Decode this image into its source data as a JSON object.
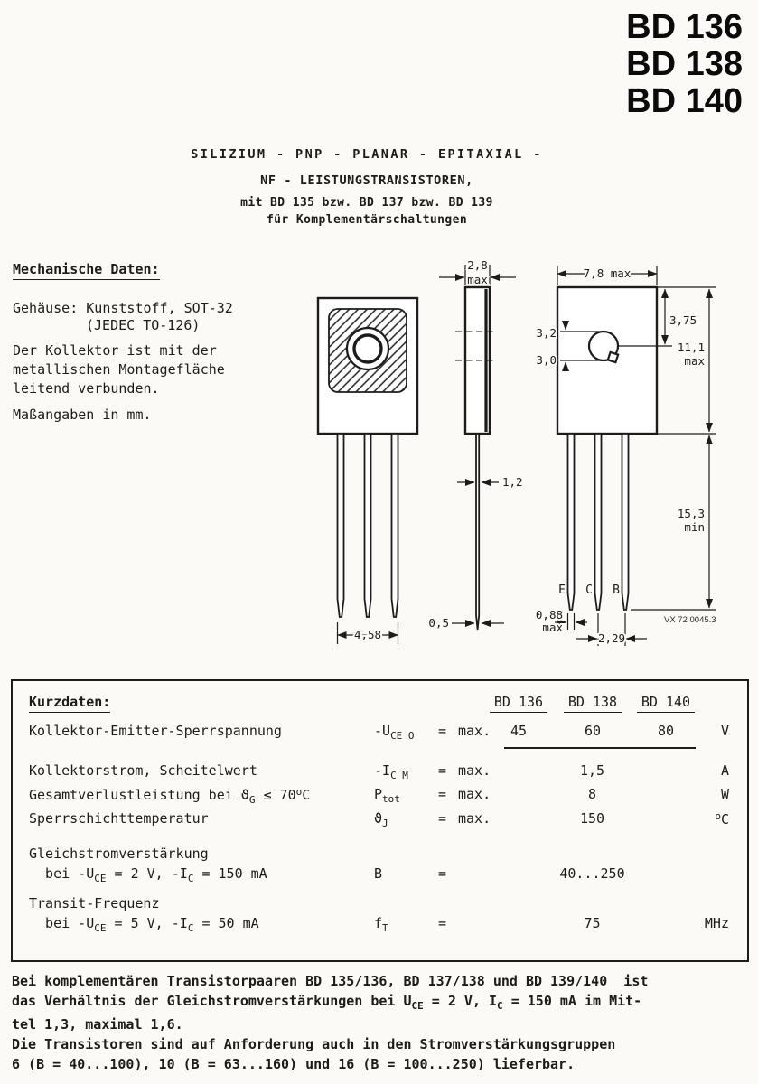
{
  "header": {
    "part_numbers": [
      "BD 136",
      "BD 138",
      "BD 140"
    ],
    "title_lines": [
      "SILIZIUM - PNP - PLANAR - EPITAXIAL -",
      "NF - LEISTUNGSTRANSISTOREN,",
      "mit BD 135 bzw. BD 137 bzw. BD 139",
      "für Komplementärschaltungen"
    ]
  },
  "mechanical": {
    "heading": "Mechanische Daten:",
    "case_line1": "Gehäuse: Kunststoff, SOT-32",
    "case_line2": "(JEDEC TO-126)",
    "collector_note": "Der Kollektor ist mit der metallischen Montagefläche leitend verbunden.",
    "dimensions_note": "Maßangaben in mm.",
    "drawing": {
      "front_lead_span": "4,58",
      "side_thickness": "2,8",
      "word_max": "max",
      "word_min": "min",
      "lead_thickness": "1,2",
      "lead_tip": "0,5",
      "back_width": "7,8 max",
      "hole_top": "3,2",
      "hole_bottom": "3,0",
      "hole_offset": "3,75",
      "body_height": "11,1",
      "lead_length": "15,3",
      "lead_width": "0,88",
      "lead_pitch": "2,29",
      "pins": [
        "E",
        "C",
        "B"
      ],
      "doc_number": "VX 72 0045.3"
    }
  },
  "kurzdaten": {
    "heading": "Kurzdaten:",
    "columns": [
      "BD 136",
      "BD 138",
      "BD 140"
    ],
    "rows": [
      {
        "label": "Kollektor-Emitter-Sperrspannung",
        "symbol": [
          {
            "t": "-U"
          },
          {
            "sub": "CE O"
          }
        ],
        "eq": "=",
        "max": "max.",
        "values": [
          "45",
          "60",
          "80"
        ],
        "unit": "V"
      },
      {
        "label": "Kollektorstrom, Scheitelwert",
        "symbol": [
          {
            "t": "-I"
          },
          {
            "sub": "C M"
          }
        ],
        "eq": "=",
        "max": "max.",
        "value": "1,5",
        "unit": "A"
      },
      {
        "label": [
          {
            "t": "Gesamtverlustleistung bei ϑ"
          },
          {
            "sub": "G"
          },
          {
            "t": " ≤ 70"
          },
          {
            "sup": "o"
          },
          {
            "t": "C"
          }
        ],
        "symbol": [
          {
            "t": "P"
          },
          {
            "sub": "tot"
          }
        ],
        "eq": "=",
        "max": "max.",
        "value": "8",
        "unit": "W"
      },
      {
        "label": "Sperrschichttemperatur",
        "symbol": [
          {
            "t": "ϑ"
          },
          {
            "sub": "J"
          }
        ],
        "eq": "=",
        "max": "max.",
        "value": "150",
        "unit": [
          {
            "sup": "o"
          },
          {
            "t": "C"
          }
        ]
      },
      {
        "label_line1": "Gleichstromverstärkung",
        "label_line2": [
          {
            "t": "  bei -U"
          },
          {
            "sub": "CE"
          },
          {
            "t": " = 2 V, -I"
          },
          {
            "sub": "C"
          },
          {
            "t": " = 150 mA"
          }
        ],
        "symbol": [
          {
            "t": "B"
          }
        ],
        "eq": "=",
        "value": "40...250",
        "unit": ""
      },
      {
        "label_line1": "Transit-Frequenz",
        "label_line2": [
          {
            "t": "  bei -U"
          },
          {
            "sub": "CE"
          },
          {
            "t": " = 5 V, -I"
          },
          {
            "sub": "C"
          },
          {
            "t": " = 50 mA"
          }
        ],
        "symbol": [
          {
            "t": "f"
          },
          {
            "sub": "T"
          }
        ],
        "eq": "=",
        "value": "75",
        "unit": "MHz"
      }
    ]
  },
  "notes": {
    "para1": [
      {
        "t": "Bei komplementären Transistorpaaren BD 135/136, BD 137/138 und BD 139/140  ist"
      },
      {
        "br": true
      },
      {
        "t": "das Verhältnis der Gleichstromverstärkungen bei U"
      },
      {
        "sub": "CE"
      },
      {
        "t": " = 2 V, I"
      },
      {
        "sub": "C"
      },
      {
        "t": " = 150 mA im Mit-"
      },
      {
        "br": true
      },
      {
        "t": "tel 1,3, maximal 1,6."
      }
    ],
    "para2": [
      {
        "t": "Die Transistoren sind auf Anforderung auch in den Stromverstärkungsgruppen"
      },
      {
        "br": true
      },
      {
        "t": "6 (B = 40...100), 10 (B = 63...160) und 16 (B = 100...250) lieferbar."
      }
    ]
  }
}
